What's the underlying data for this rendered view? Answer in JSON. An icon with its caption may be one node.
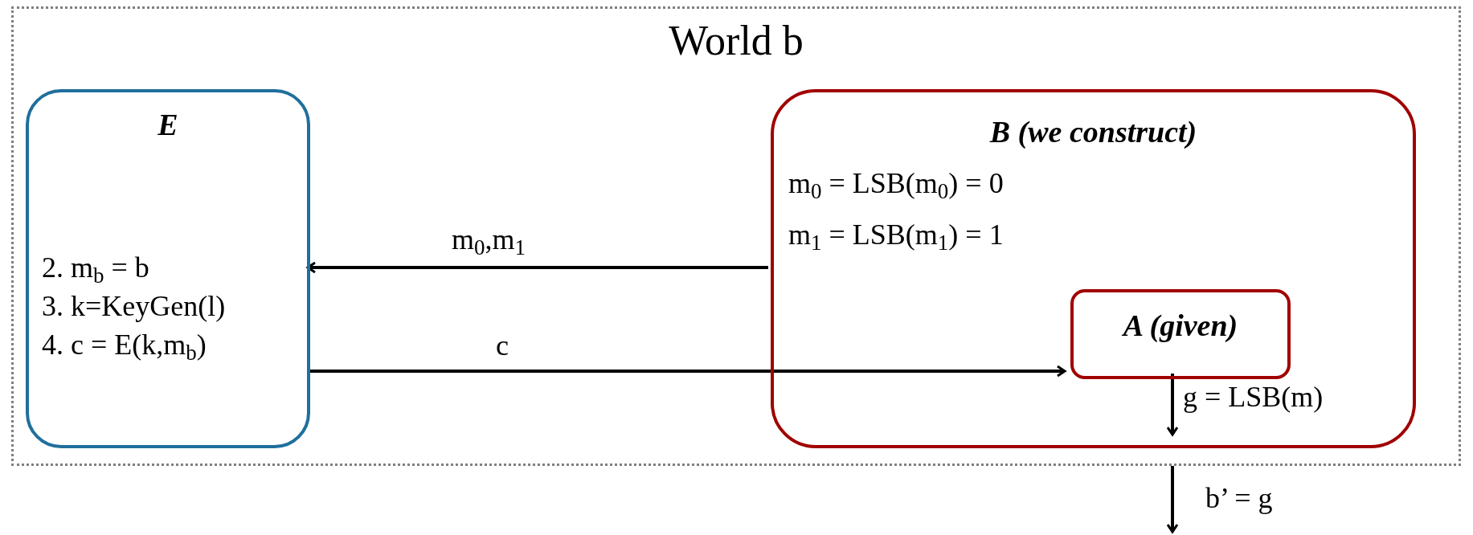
{
  "diagram": {
    "nodes": [
      {
        "text": [
          "World b"
        ]
      },
      {
        "text": [
          "E",
          "2. m$_{b}$ = b",
          "3. k=KeyGen(l)",
          "4. c = E(k,m$_{b}$)"
        ],
        "in": 0
      },
      {
        "text": [
          "B (we construct)",
          "m$_{0}$ = LSB(m$_{0}$) = 0",
          "m$_{1}$ = LSB(m$_{1}$) = 1"
        ],
        "in": 0
      },
      {
        "text": [
          "A (given)"
        ],
        "in": 2
      }
    ],
    "edges": [
      {
        "from": 2,
        "to": 1,
        "arrow": "to",
        "label": "m$_{0}$,m$_{1}$"
      },
      {
        "from": 1,
        "to": 3,
        "arrow": "to",
        "label": "c"
      },
      {
        "from": 3,
        "to": null,
        "arrow": "to",
        "label": "g = LSB(m)"
      },
      {
        "from": 0,
        "to": null,
        "arrow": "to",
        "label": "b’ = g"
      }
    ]
  }
}
